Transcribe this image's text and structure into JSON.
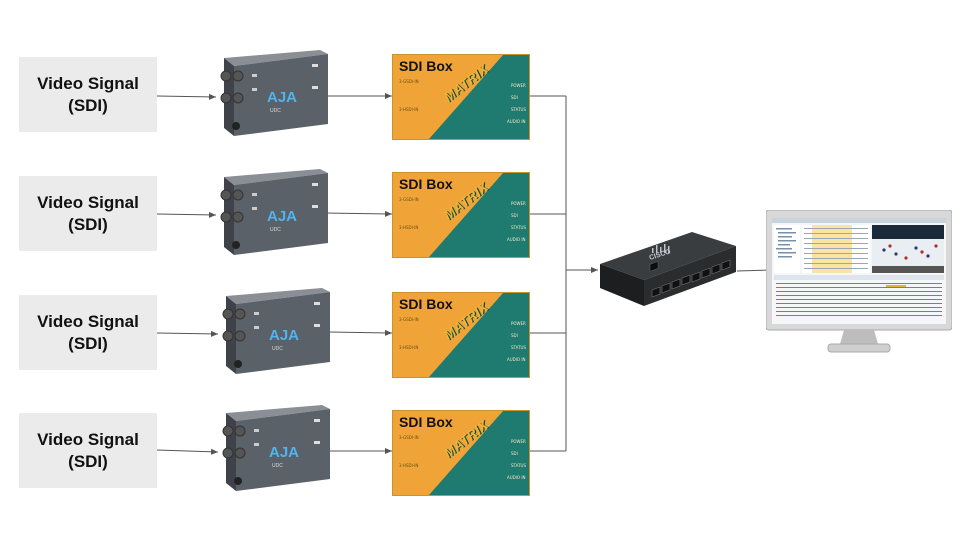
{
  "sources": [
    {
      "line1": "Video Signal",
      "line2": "(SDI)"
    },
    {
      "line1": "Video Signal",
      "line2": "(SDI)"
    },
    {
      "line1": "Video Signal",
      "line2": "(SDI)"
    },
    {
      "line1": "Video Signal",
      "line2": "(SDI)"
    }
  ],
  "converter": {
    "brand": "AJA",
    "model": "UDC"
  },
  "sdi_boxes": [
    {
      "title": "SDI Box"
    },
    {
      "title": "SDI Box"
    },
    {
      "title": "SDI Box"
    },
    {
      "title": "SDI Box"
    }
  ],
  "sdi_box_device": {
    "brand": "MATRIX",
    "left_labels": [
      "3-GSDI-IN",
      "3-HSDI-IN"
    ],
    "right_labels": [
      "POWER",
      "SDI",
      "STATUS",
      "AUDIO IN"
    ]
  },
  "switch": {
    "brand": "CISCO"
  },
  "colors": {
    "source_bg": "#ebebeb",
    "sdi_orange": "#f0a437",
    "sdi_teal": "#1f7a70",
    "converter_body": "#5b6168",
    "switch_body": "#2a2c2e",
    "connector": "#555555"
  }
}
